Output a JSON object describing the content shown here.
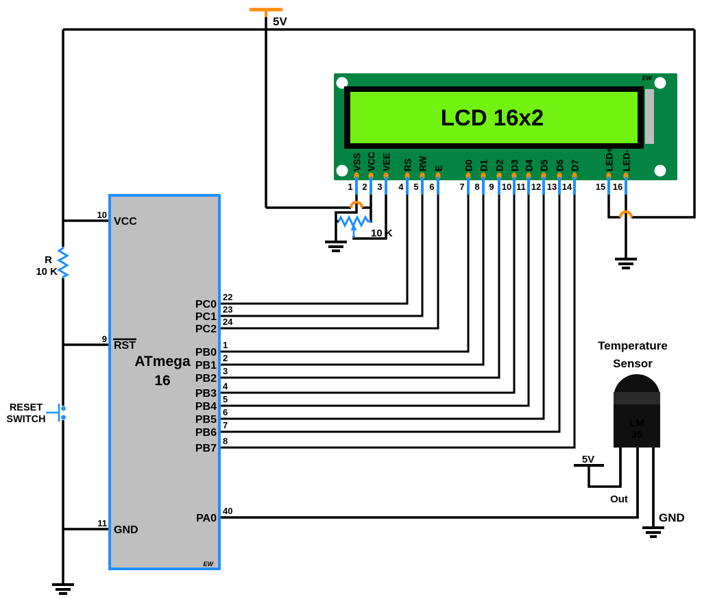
{
  "power": {
    "top_supply": "5V"
  },
  "lcd": {
    "title": "LCD 16x2",
    "brand": "EW",
    "pins": [
      {
        "num": "1",
        "label": "VSS"
      },
      {
        "num": "2",
        "label": "VCC"
      },
      {
        "num": "3",
        "label": "VEE"
      },
      {
        "num": "4",
        "label": "RS"
      },
      {
        "num": "5",
        "label": "RW"
      },
      {
        "num": "6",
        "label": "E"
      },
      {
        "num": "7",
        "label": "D0"
      },
      {
        "num": "8",
        "label": "D1"
      },
      {
        "num": "9",
        "label": "D2"
      },
      {
        "num": "10",
        "label": "D3"
      },
      {
        "num": "11",
        "label": "D4"
      },
      {
        "num": "12",
        "label": "D5"
      },
      {
        "num": "13",
        "label": "D6"
      },
      {
        "num": "14",
        "label": "D7"
      },
      {
        "num": "15",
        "label": "LED+"
      },
      {
        "num": "16",
        "label": "LED-"
      }
    ]
  },
  "mcu": {
    "name_line1": "ATmega",
    "name_line2": "16",
    "brand": "EW",
    "left_pins": [
      {
        "num": "10",
        "label": "VCC"
      },
      {
        "num": "9",
        "label": "RST"
      },
      {
        "num": "11",
        "label": "GND"
      }
    ],
    "right_pins": [
      {
        "num": "22",
        "label": "PC0"
      },
      {
        "num": "23",
        "label": "PC1"
      },
      {
        "num": "24",
        "label": "PC2"
      },
      {
        "num": "1",
        "label": "PB0"
      },
      {
        "num": "2",
        "label": "PB1"
      },
      {
        "num": "3",
        "label": "PB2"
      },
      {
        "num": "4",
        "label": "PB3"
      },
      {
        "num": "5",
        "label": "PB4"
      },
      {
        "num": "6",
        "label": "PB5"
      },
      {
        "num": "7",
        "label": "PB6"
      },
      {
        "num": "8",
        "label": "PB7"
      },
      {
        "num": "40",
        "label": "PA0"
      }
    ]
  },
  "resistor": {
    "ref": "R",
    "value": "10 K"
  },
  "reset_switch": {
    "label_line1": "RESET",
    "label_line2": "SWITCH"
  },
  "potentiometer": {
    "value": "10 K"
  },
  "sensor": {
    "title_line1": "Temperature",
    "title_line2": "Sensor",
    "part_line1": "LM",
    "part_line2": "35",
    "supply": "5V",
    "out_label": "Out",
    "gnd_label": "GND"
  },
  "colors": {
    "wire": "#000000",
    "component_blue": "#1E8FFF",
    "accent_orange": "#FF8C00",
    "pcb_green": "#038442",
    "screen_green": "#72F211",
    "chip_gray": "#BFBFBF",
    "connector_gray": "#BDBDBD",
    "sensor_black": "#101010"
  }
}
